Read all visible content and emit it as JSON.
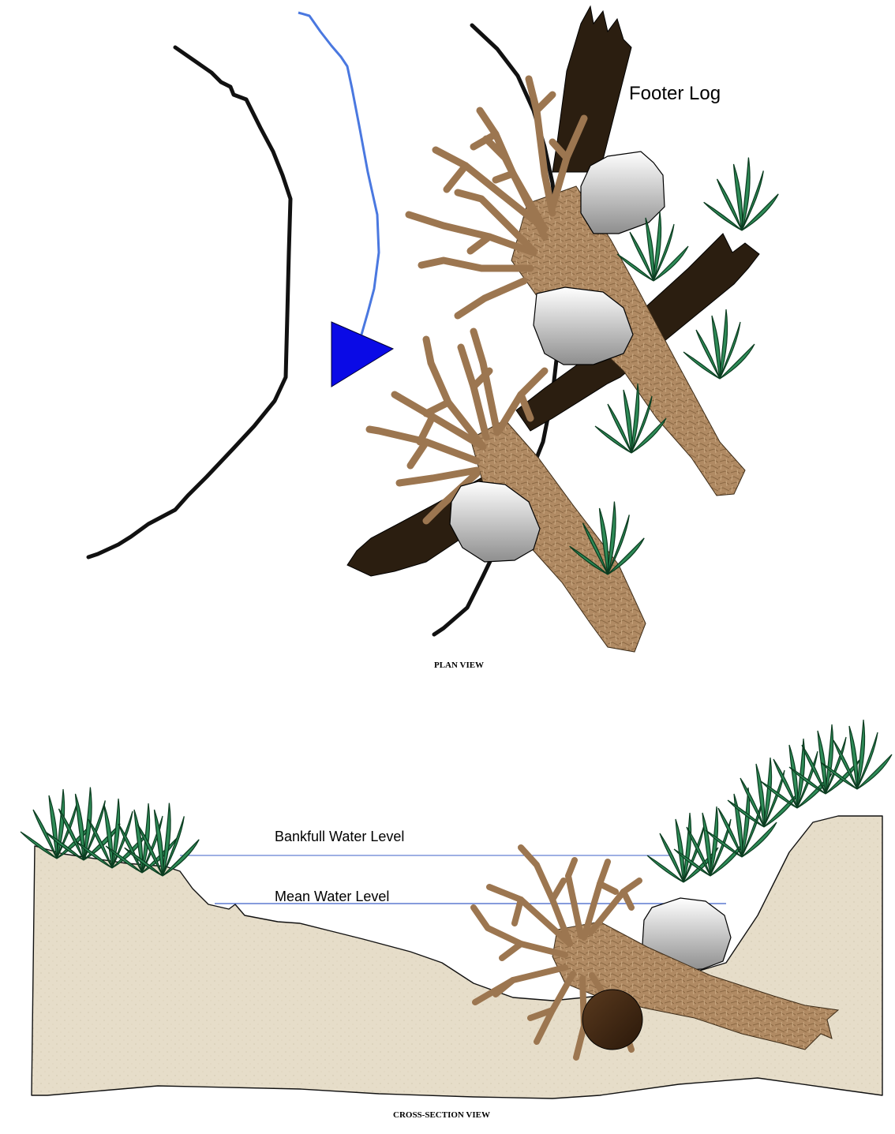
{
  "plan_view": {
    "title": "PLAN VIEW",
    "footer_log_label": "Footer Log",
    "colors": {
      "bank_line": "#111111",
      "water_line": "#4a78e0",
      "flow_arrow": "#0a0ae6",
      "root_wad": "#b08a63",
      "footer_log": "#2b1e10",
      "boulder": "#c9c9c9",
      "vegetation": "#2e8b57"
    },
    "icons": [
      "flow-direction-arrow",
      "boulder",
      "root-wad",
      "footer-log",
      "grass-clump"
    ]
  },
  "cross_section_view": {
    "title": "CROSS-SECTION VIEW",
    "bankfull_label": "Bankfull Water Level",
    "mean_label": "Mean Water Level",
    "colors": {
      "ground": "#e6ddc9",
      "water_level_line": "#3c5fc8",
      "root_wad": "#b08a63",
      "footer_log_end": "#3a2514",
      "boulder": "#c9c9c9",
      "vegetation": "#2e8b57"
    }
  }
}
